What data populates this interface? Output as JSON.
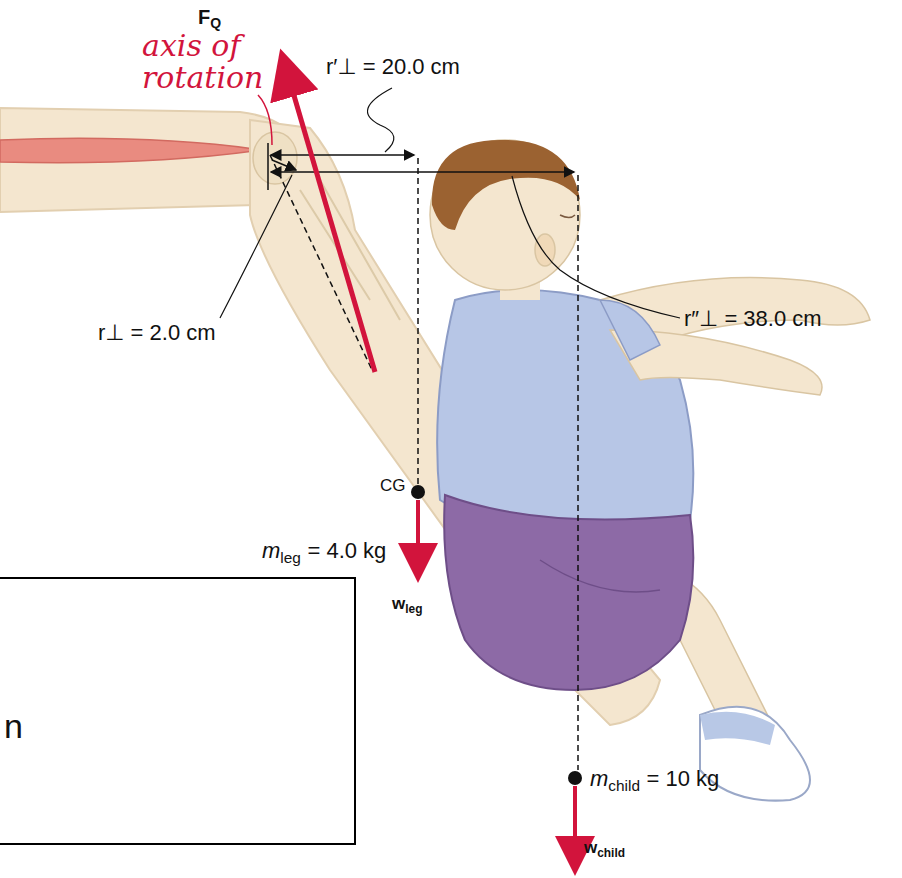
{
  "diagram": {
    "nodes": [
      {
        "text": [
          "n"
        ]
      }
    ],
    "labels": [
      "F",
      "Q",
      "axis of rotation",
      "r′⊥ = 20.0 cm",
      "r⊥ = 2.0 cm",
      "r″⊥ = 38.0 cm",
      "CG",
      "m",
      "leg",
      "= 4.0 kg",
      "w",
      "leg",
      "m",
      "child",
      "= 10 kg",
      "w",
      "child"
    ]
  }
}
